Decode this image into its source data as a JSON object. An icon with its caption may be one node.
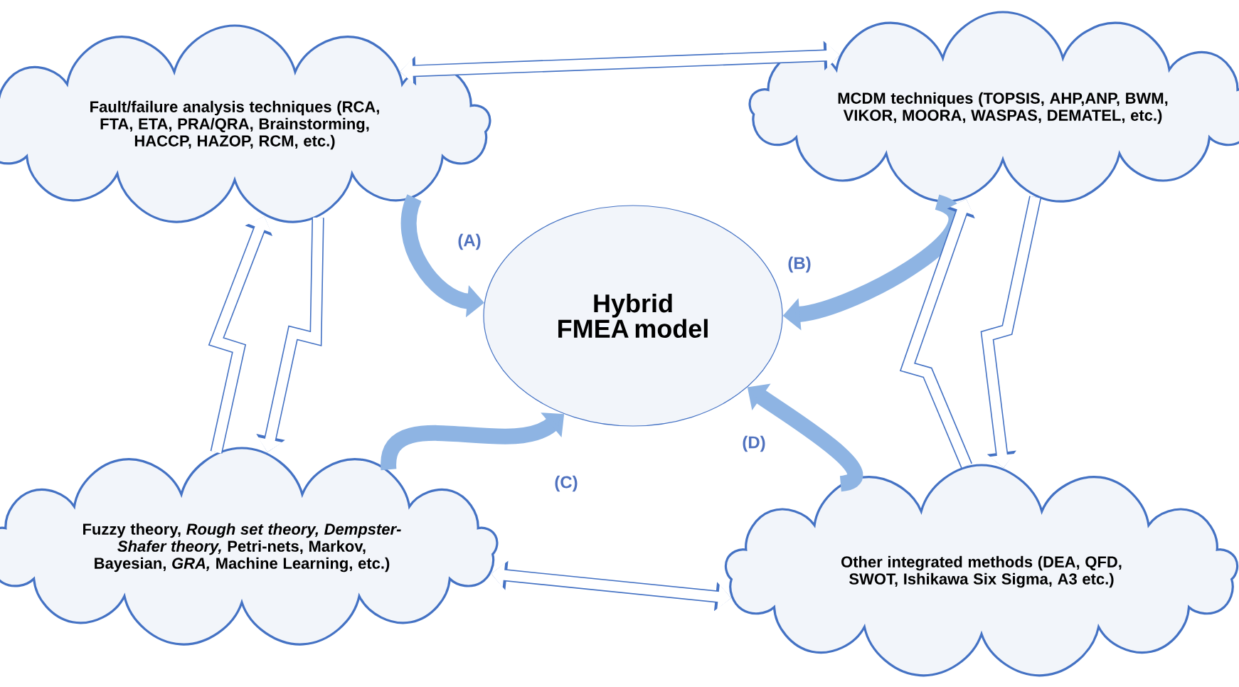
{
  "diagram": {
    "nodes": [
      {
        "text": [
          "Fault/failure analysis techniques (RCA, FTA, ETA, PRA/QRA, Brainstorming, HACCP, HAZOP, RCM, etc.)"
        ]
      },
      {
        "text": [
          "MCDM techniques (TOPSIS, AHP,ANP, BWM, VIKOR, MOORA, WASPAS, DEMATEL, etc.)"
        ]
      },
      {
        "text": [
          "Hybrid FMEA model"
        ]
      },
      {
        "text": [
          "Fuzzy theory, *Rough set theory, Dempster-Shafer theory,* Petri-nets, Markov, Bayesian, *GRA,* Machine Learning, etc.)"
        ]
      },
      {
        "text": [
          "Other integrated methods (DEA, QFD, SWOT, Ishikawa Six Sigma, A3 etc.)"
        ]
      }
    ],
    "edges": [
      {
        "from": 0,
        "to": 1,
        "arrow": "both"
      },
      {
        "from": 0,
        "to": 2,
        "arrow": "to",
        "label": "(A)",
        "color": "#8eb4e3"
      },
      {
        "from": 1,
        "to": 2,
        "arrow": "to",
        "label": "(B)",
        "color": "#8eb4e3"
      },
      {
        "from": 3,
        "to": 0,
        "arrow": "to"
      },
      {
        "from": 0,
        "to": 3,
        "arrow": "to"
      },
      {
        "from": 4,
        "to": 1,
        "arrow": "to"
      },
      {
        "from": 1,
        "to": 4,
        "arrow": "to"
      },
      {
        "from": 3,
        "to": 2,
        "arrow": "to",
        "label": "(C)",
        "color": "#8eb4e3"
      },
      {
        "from": 4,
        "to": 2,
        "arrow": "to",
        "label": "(D)",
        "color": "#8eb4e3"
      },
      {
        "from": 3,
        "to": 4,
        "arrow": "both"
      }
    ]
  }
}
